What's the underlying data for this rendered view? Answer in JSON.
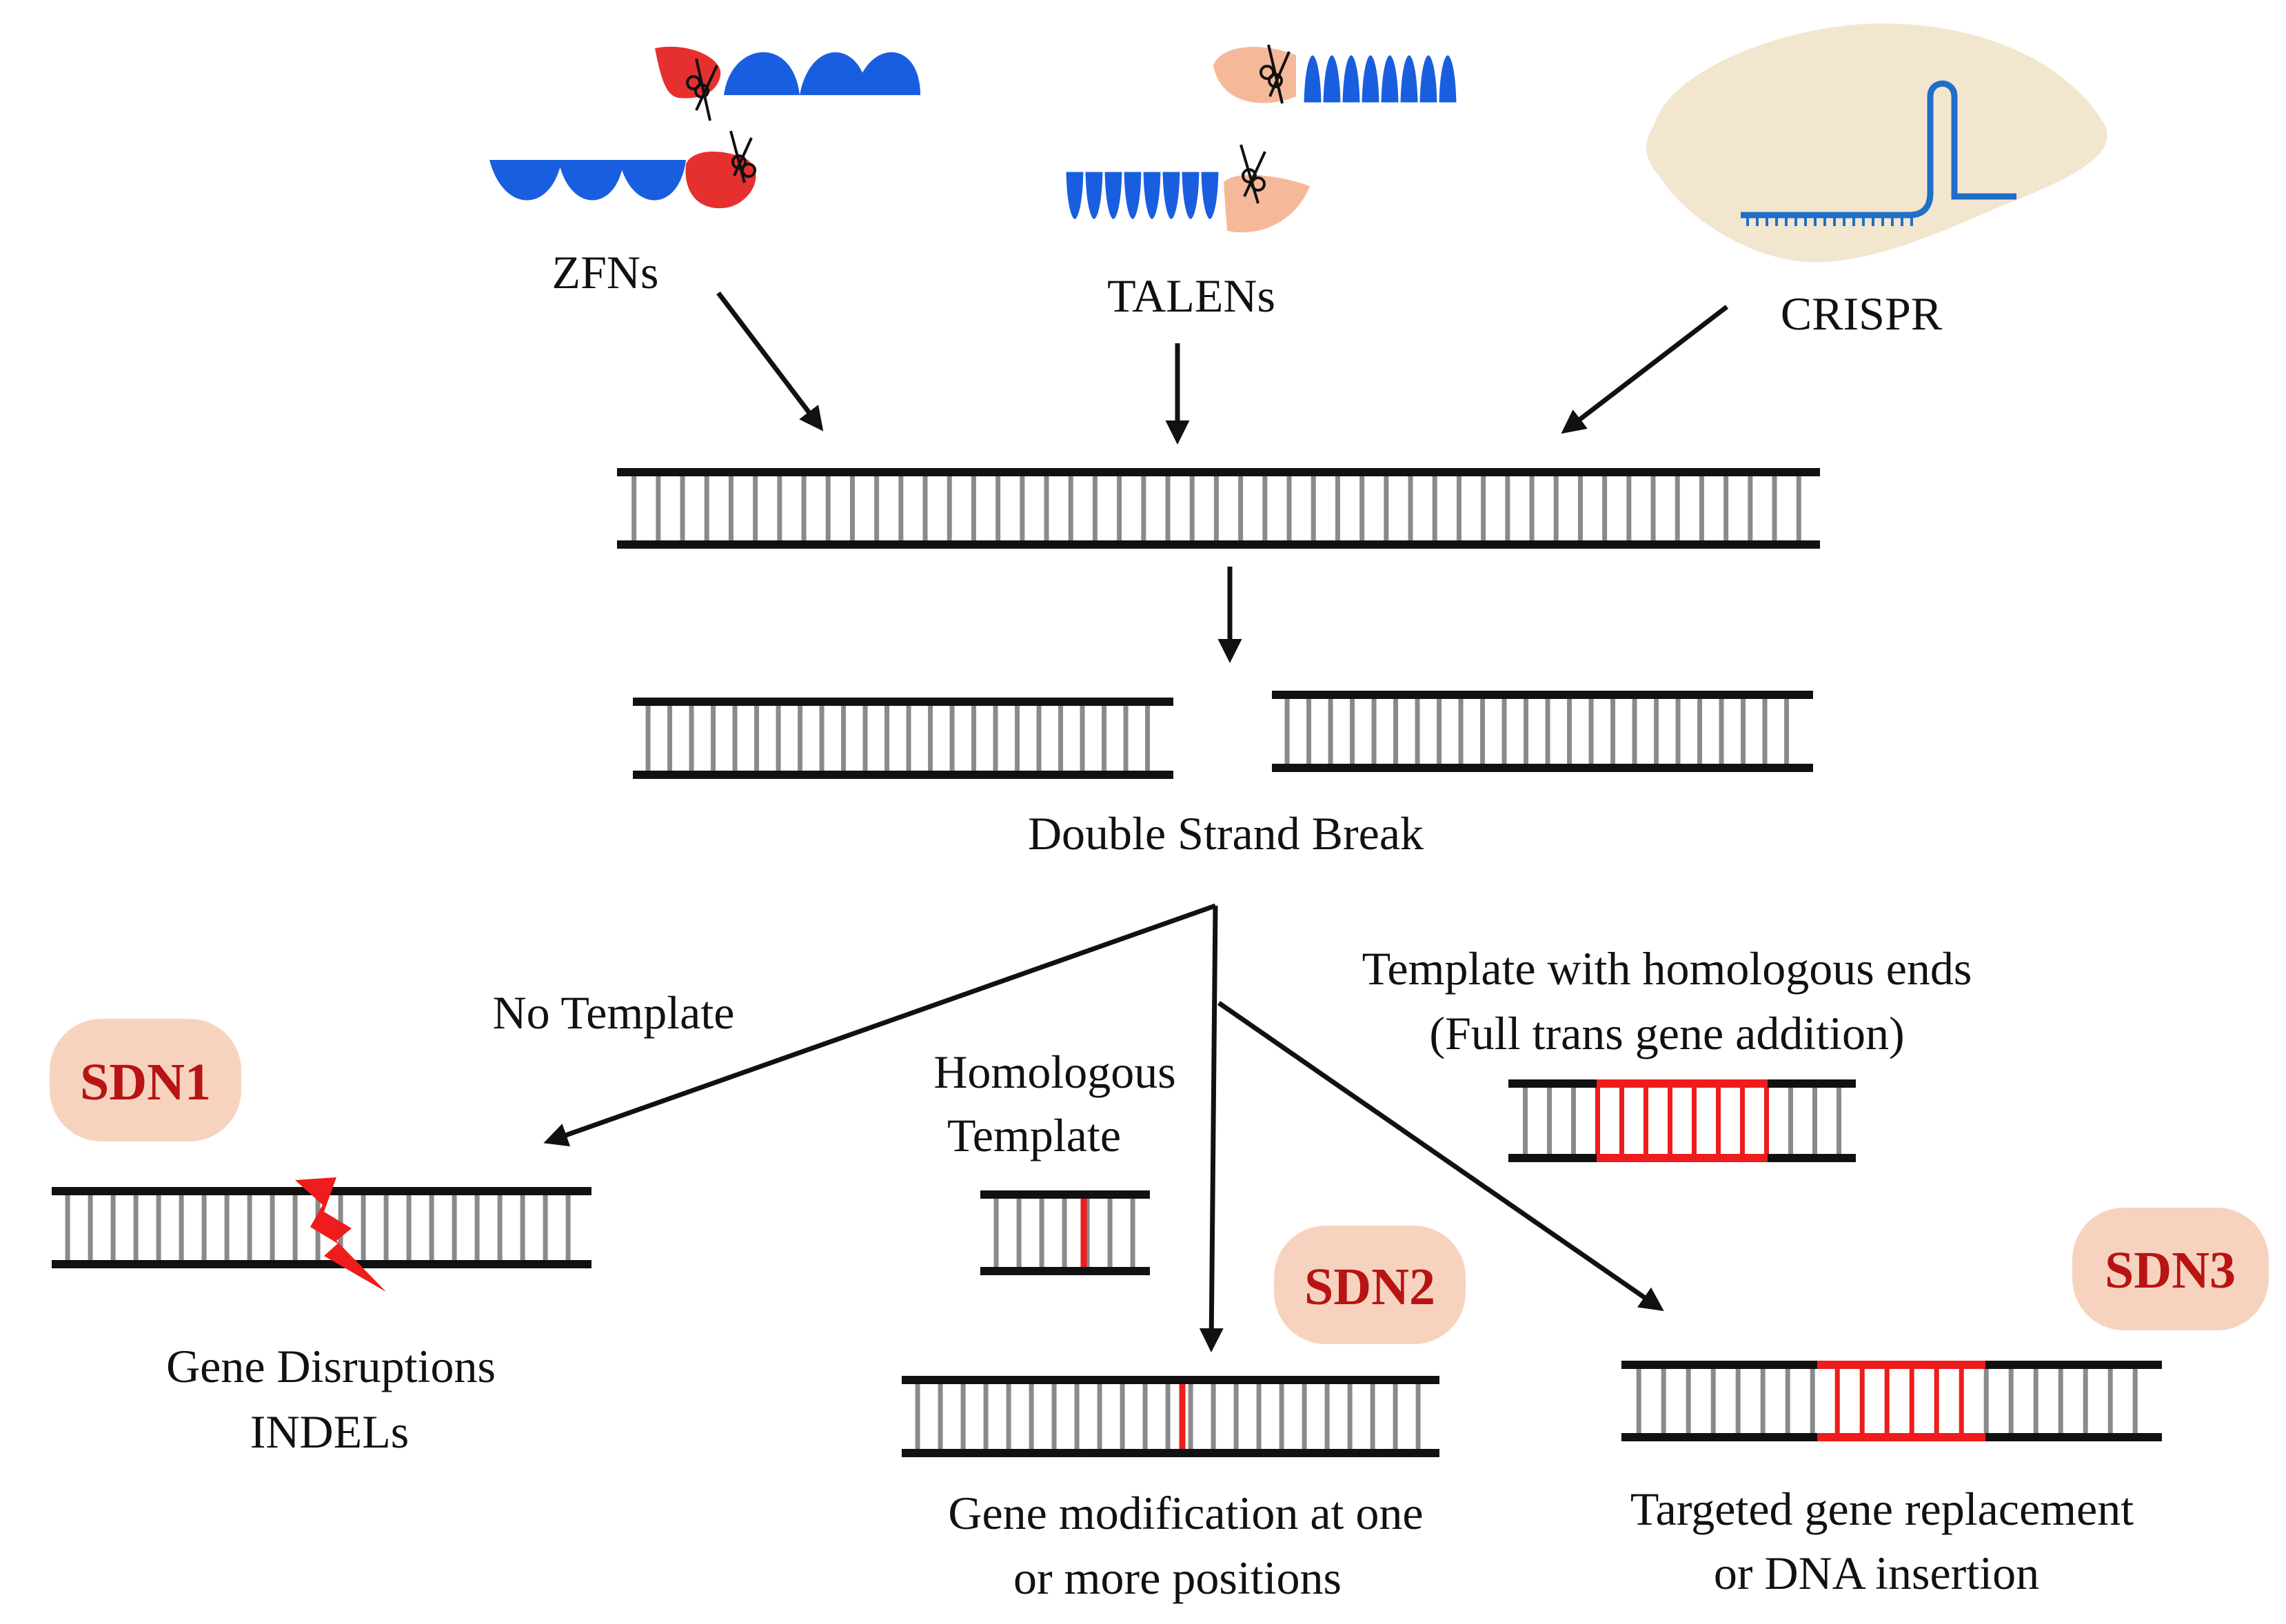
{
  "colors": {
    "background": "#ffffff",
    "backbone": "#111111",
    "rung": "#8a8a8a",
    "edit_red": "#ee1c1c",
    "zfn_blue": "#1a5ee0",
    "zfn_red": "#e63030",
    "talen_blue": "#1a5ee0",
    "talen_peach": "#f5b99a",
    "cas_body": "#f3e6cf",
    "guide_rna": "#1f6fc8",
    "sdn_fill": "#f7d3bf",
    "sdn_text": "#b81414"
  },
  "nucleases": {
    "zfn": {
      "label": "ZFNs"
    },
    "talen": {
      "label": "TALENs"
    },
    "crispr": {
      "label": "CRISPR"
    }
  },
  "break": {
    "label": "Double Strand Break"
  },
  "pathways": {
    "no_template": {
      "label": "No Template"
    },
    "homologous_template": {
      "line1": "Homologous",
      "line2": "Template"
    },
    "template_homologous_ends": {
      "line1": "Template with homologous  ends",
      "line2": "(Full trans gene addition)"
    }
  },
  "outcomes": {
    "sdn1": {
      "badge": "SDN1",
      "line1": "Gene Disruptions",
      "line2": "INDELs"
    },
    "sdn2": {
      "badge": "SDN2",
      "line1": "Gene modification at one",
      "line2": "or more positions"
    },
    "sdn3": {
      "badge": "SDN3",
      "line1": "Targeted gene replacement",
      "line2": "or DNA insertion"
    }
  }
}
